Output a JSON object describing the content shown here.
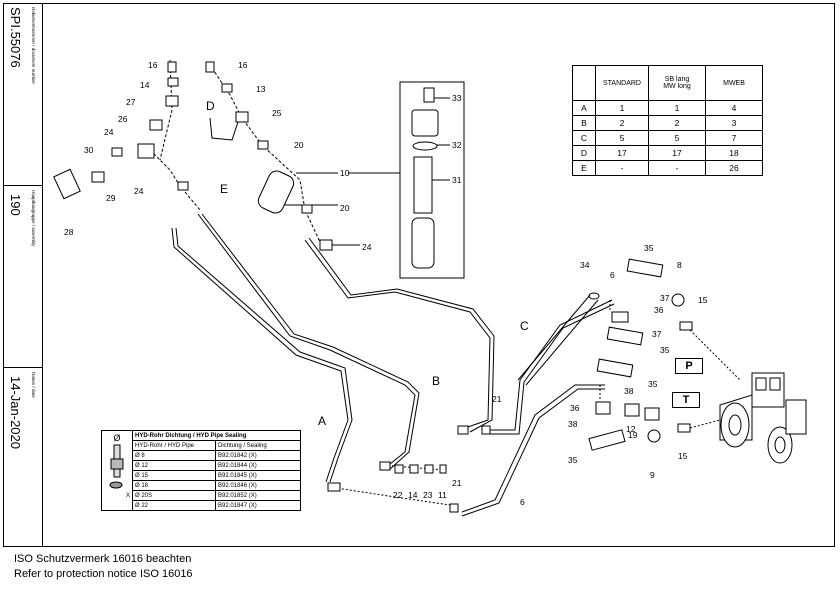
{
  "sidebar": {
    "doc_number_label": "Dokumentnummer / document number",
    "doc_number": "SPI.55076",
    "assembly_label": "Hauptbaugruppe / assembly",
    "assembly": "190",
    "date_label": "Datum / date",
    "date": "14-Jan-2020"
  },
  "variant_table": {
    "headers": [
      "",
      "STANDARD",
      "SB lang\nMW long",
      "MWEB"
    ],
    "rows": [
      [
        "A",
        "1",
        "1",
        "4"
      ],
      [
        "B",
        "2",
        "2",
        "3"
      ],
      [
        "C",
        "5",
        "5",
        "7"
      ],
      [
        "D",
        "17",
        "17",
        "18"
      ],
      [
        "E",
        "-",
        "-",
        "26"
      ]
    ]
  },
  "seal_table": {
    "symbol": "Ø",
    "x_label": "X",
    "title": "HYD-Rohr Dichtung / HYD Pipe Sealing",
    "col1": "HYD-Rohr / HYD Pipe",
    "col2": "Dichtung / Sealing",
    "rows": [
      [
        "Ø 8",
        "B92.01842  (X)"
      ],
      [
        "Ø 12",
        "B92.01844  (X)"
      ],
      [
        "Ø 15",
        "B92.01845  (X)"
      ],
      [
        "Ø 18",
        "B92.01846  (X)"
      ],
      [
        "Ø 20S",
        "B92.01852  (X)"
      ],
      [
        "Ø 22",
        "B92.01847  (X)"
      ]
    ]
  },
  "port_labels": {
    "p": "P",
    "t": "T"
  },
  "pipe_labels": {
    "a": "A",
    "b": "B",
    "c": "C",
    "d": "D",
    "e": "E"
  },
  "callouts": {
    "n16a": "16",
    "n16b": "16",
    "n14a": "14",
    "n13": "13",
    "n27": "27",
    "n25": "25",
    "n26": "26",
    "n24a": "24",
    "n20a": "20",
    "n30": "30",
    "n10": "10",
    "n29": "29",
    "n24b": "24",
    "n20b": "20",
    "n28": "28",
    "n24c": "24",
    "n33": "33",
    "n32": "32",
    "n31": "31",
    "n35a": "35",
    "n34": "34",
    "n6a": "6",
    "n8": "8",
    "n37a": "37",
    "n36a": "36",
    "n15a": "15",
    "n37b": "37",
    "n35b": "35",
    "n35c": "35",
    "n38a": "38",
    "n21a": "21",
    "n36b": "36",
    "n12": "12",
    "n19": "19",
    "n38b": "38",
    "n35d": "35",
    "n9": "9",
    "n15b": "15",
    "n22": "22",
    "n14b": "14",
    "n23": "23",
    "n11": "11",
    "n21b": "21",
    "n6b": "6"
  },
  "footer": {
    "line1": "ISO Schutzvermerk 16016 beachten",
    "line2": "Refer to protection notice ISO 16016"
  }
}
